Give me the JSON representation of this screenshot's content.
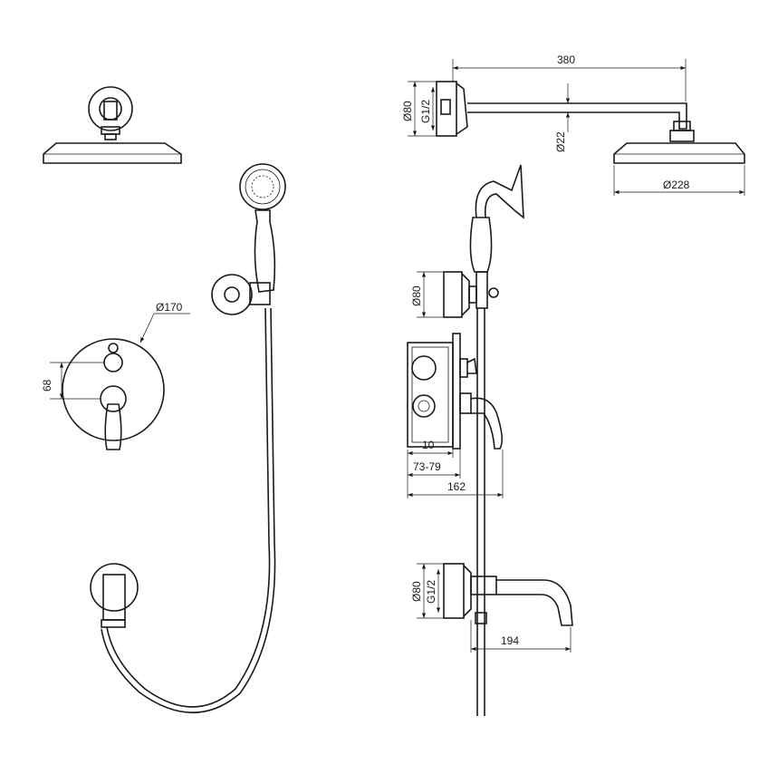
{
  "drawing": {
    "title": "Shower set technical drawing",
    "dimensions": {
      "arm_length": "380",
      "top_flange_diameter": "Ø80",
      "top_thread": "G1/2",
      "arm_diameter": "Ø22",
      "head_diameter": "Ø228",
      "holder_flange_diameter": "Ø80",
      "mixer_plate_diameter": "Ø170",
      "mixer_spacing": "68",
      "box_offset": "10",
      "box_depth": "73-79",
      "mixer_total_depth": "162",
      "spout_flange_diameter": "Ø80",
      "spout_thread": "G1/2",
      "spout_length": "194"
    }
  }
}
